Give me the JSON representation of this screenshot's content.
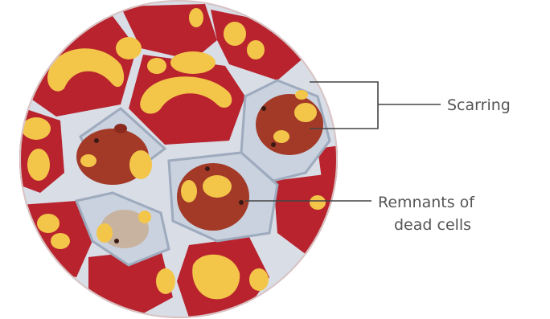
{
  "labels": {
    "scarring": "Scarring",
    "remnants_line1": "Remnants of",
    "remnants_line2": "dead cells"
  },
  "colors": {
    "healthy_cell": "#b8232e",
    "healthy_cell_dark": "#8e1a22",
    "fat_deposit": "#f3c64a",
    "scar_tissue": "#c9d2de",
    "scar_tissue_edge": "#9eaabd",
    "dead_cell_remnant": "#8a2a1e",
    "label_line": "#444444",
    "label_text": "#555555"
  }
}
